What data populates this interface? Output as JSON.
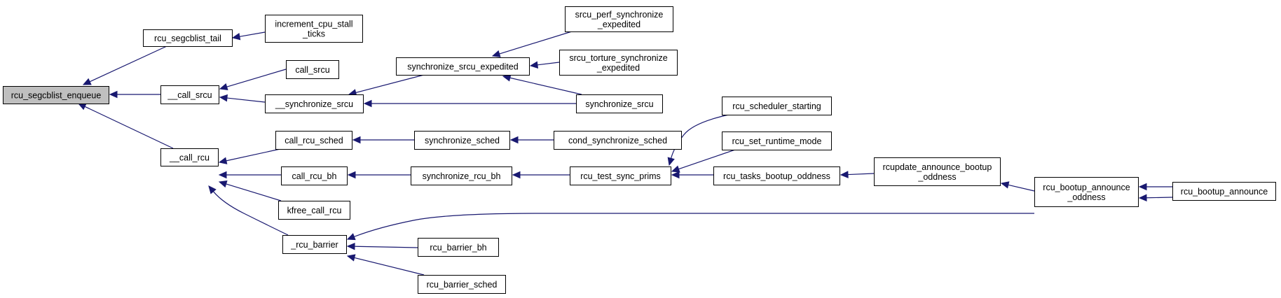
{
  "colors": {
    "edge": "#191970",
    "node_fill": "#ffffff",
    "root_fill": "#bfbfbf",
    "border": "#000000"
  },
  "nodes": [
    {
      "id": "enqueue",
      "lines": [
        "rcu_segcblist_enqueue"
      ],
      "root": true
    },
    {
      "id": "tail",
      "lines": [
        "rcu_segcblist_tail"
      ]
    },
    {
      "id": "incstall",
      "lines": [
        "increment_cpu_stall",
        "_ticks"
      ]
    },
    {
      "id": "callsrcu_",
      "lines": [
        "__call_srcu"
      ]
    },
    {
      "id": "callsrcu",
      "lines": [
        "call_srcu"
      ]
    },
    {
      "id": "synsrcu_",
      "lines": [
        "__synchronize_srcu"
      ]
    },
    {
      "id": "synsrcuexp",
      "lines": [
        "synchronize_srcu_expedited"
      ]
    },
    {
      "id": "perfsync",
      "lines": [
        "srcu_perf_synchronize",
        "_expedited"
      ]
    },
    {
      "id": "torturesync",
      "lines": [
        "srcu_torture_synchronize",
        "_expedited"
      ]
    },
    {
      "id": "synsrcu",
      "lines": [
        "synchronize_srcu"
      ]
    },
    {
      "id": "callrcu_",
      "lines": [
        "__call_rcu"
      ]
    },
    {
      "id": "callrcusched",
      "lines": [
        "call_rcu_sched"
      ]
    },
    {
      "id": "synsched",
      "lines": [
        "synchronize_sched"
      ]
    },
    {
      "id": "condsync",
      "lines": [
        "cond_synchronize_sched"
      ]
    },
    {
      "id": "callrcubh",
      "lines": [
        "call_rcu_bh"
      ]
    },
    {
      "id": "synbh",
      "lines": [
        "synchronize_rcu_bh"
      ]
    },
    {
      "id": "testsync",
      "lines": [
        "rcu_test_sync_prims"
      ]
    },
    {
      "id": "schedstart",
      "lines": [
        "rcu_scheduler_starting"
      ]
    },
    {
      "id": "setruntime",
      "lines": [
        "rcu_set_runtime_mode"
      ]
    },
    {
      "id": "tasksodd",
      "lines": [
        "rcu_tasks_bootup_oddness"
      ]
    },
    {
      "id": "announceodd",
      "lines": [
        "rcupdate_announce_bootup",
        "_oddness"
      ]
    },
    {
      "id": "bootodd",
      "lines": [
        "rcu_bootup_announce",
        "_oddness"
      ]
    },
    {
      "id": "bootann",
      "lines": [
        "rcu_bootup_announce"
      ]
    },
    {
      "id": "kfree",
      "lines": [
        "kfree_call_rcu"
      ]
    },
    {
      "id": "barrier",
      "lines": [
        "_rcu_barrier"
      ]
    },
    {
      "id": "barrierbh",
      "lines": [
        "rcu_barrier_bh"
      ]
    },
    {
      "id": "barriersched",
      "lines": [
        "rcu_barrier_sched"
      ]
    }
  ],
  "edges": [
    {
      "from": "tail",
      "to": "enqueue"
    },
    {
      "from": "callsrcu_",
      "to": "enqueue"
    },
    {
      "from": "callrcu_",
      "to": "enqueue"
    },
    {
      "from": "incstall",
      "to": "tail"
    },
    {
      "from": "callsrcu",
      "to": "callsrcu_"
    },
    {
      "from": "synsrcu_",
      "to": "callsrcu_"
    },
    {
      "from": "synsrcuexp",
      "to": "synsrcu_"
    },
    {
      "from": "synsrcu",
      "to": "synsrcu_"
    },
    {
      "from": "perfsync",
      "to": "synsrcuexp"
    },
    {
      "from": "torturesync",
      "to": "synsrcuexp"
    },
    {
      "from": "synsrcu",
      "to": "synsrcuexp"
    },
    {
      "from": "callrcusched",
      "to": "callrcu_"
    },
    {
      "from": "callrcubh",
      "to": "callrcu_"
    },
    {
      "from": "kfree",
      "to": "callrcu_"
    },
    {
      "from": "barrier",
      "to": "callrcu_"
    },
    {
      "from": "synsched",
      "to": "callrcusched"
    },
    {
      "from": "condsync",
      "to": "synsched"
    },
    {
      "from": "synbh",
      "to": "callrcubh"
    },
    {
      "from": "testsync",
      "to": "synbh"
    },
    {
      "from": "schedstart",
      "to": "testsync"
    },
    {
      "from": "setruntime",
      "to": "testsync"
    },
    {
      "from": "tasksodd",
      "to": "testsync"
    },
    {
      "from": "announceodd",
      "to": "tasksodd"
    },
    {
      "from": "bootodd",
      "to": "announceodd"
    },
    {
      "from": "bootann",
      "to": "bootodd"
    },
    {
      "from": "bootodd",
      "to": "bootann"
    },
    {
      "from": "bootodd",
      "to": "barrier"
    },
    {
      "from": "barrierbh",
      "to": "barrier"
    },
    {
      "from": "barriersched",
      "to": "barrier"
    }
  ]
}
